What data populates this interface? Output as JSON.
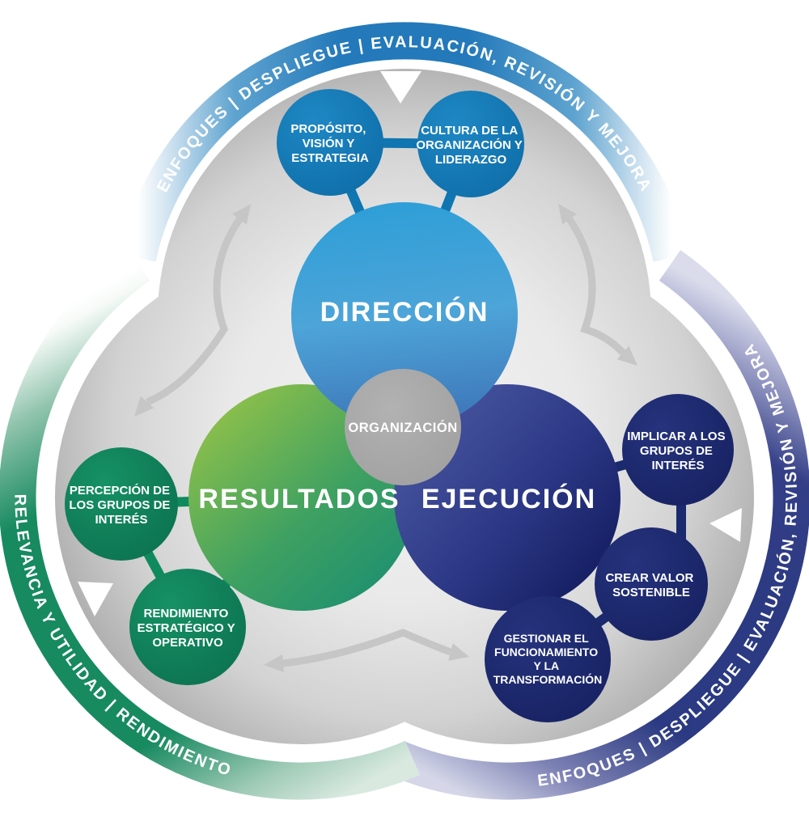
{
  "diagram": {
    "ring": {
      "top_label": "ENFOQUES  |  DESPLIEGUE  |  EVALUACIÓN, REVISIÓN Y MEJORA",
      "right_label": "ENFOQUES  |  DESPLIEGUE  |  EVALUACIÓN, REVISIÓN Y MEJORA",
      "left_label": "RELEVANCIA Y UTILIDAD  |  RENDIMIENTO"
    },
    "center": {
      "label": "ORGANIZACIÓN"
    },
    "lobes": {
      "direccion": {
        "label": "DIRECCIÓN"
      },
      "resultados": {
        "label": "RESULTADOS"
      },
      "ejecucion": {
        "label": "EJECUCIÓN"
      }
    },
    "satellites": {
      "proposito": {
        "lines": [
          "PROPÓSITO,",
          "VISIÓN Y",
          "ESTRATEGIA"
        ]
      },
      "cultura": {
        "lines": [
          "CULTURA DE LA",
          "ORGANIZACIÓN Y",
          "LIDERAZGO"
        ]
      },
      "implicar": {
        "lines": [
          "IMPLICAR A LOS",
          "GRUPOS DE",
          "INTERÉS"
        ]
      },
      "crear": {
        "lines": [
          "CREAR VALOR",
          "SOSTENIBLE"
        ]
      },
      "gestionar": {
        "lines": [
          "GESTIONAR EL",
          "FUNCIONAMIENTO",
          "Y LA",
          "TRANSFORMACIÓN"
        ]
      },
      "percepcion": {
        "lines": [
          "PERCEPCIÓN DE",
          "LOS GRUPOS DE",
          "INTERÉS"
        ]
      },
      "rendimiento": {
        "lines": [
          "RENDIMIENTO",
          "ESTRATÉGICO Y",
          "OPERATIVO"
        ]
      }
    },
    "colors": {
      "ring_blue": "#2379ba",
      "ring_navy": "#2b3a82",
      "ring_green": "#178a60",
      "satellite_blue": "#0f76b2",
      "satellite_navy": "#1b2a6e",
      "satellite_green": "#0f8a5e",
      "lobe_direccion_light": "#3aa1d8",
      "lobe_direccion_dark": "#3a71b6",
      "lobe_resultados_light": "#8ec04a",
      "lobe_resultados_dark": "#1d8f70",
      "lobe_ejecucion_light": "#47549e",
      "lobe_ejecucion_dark": "#131c5f",
      "organizacion_gray": "#a7a7a7",
      "arrow_gray": "#c6c6c6",
      "trefoil_gray": "#b5b5b5",
      "text_white": "#ffffff"
    }
  }
}
